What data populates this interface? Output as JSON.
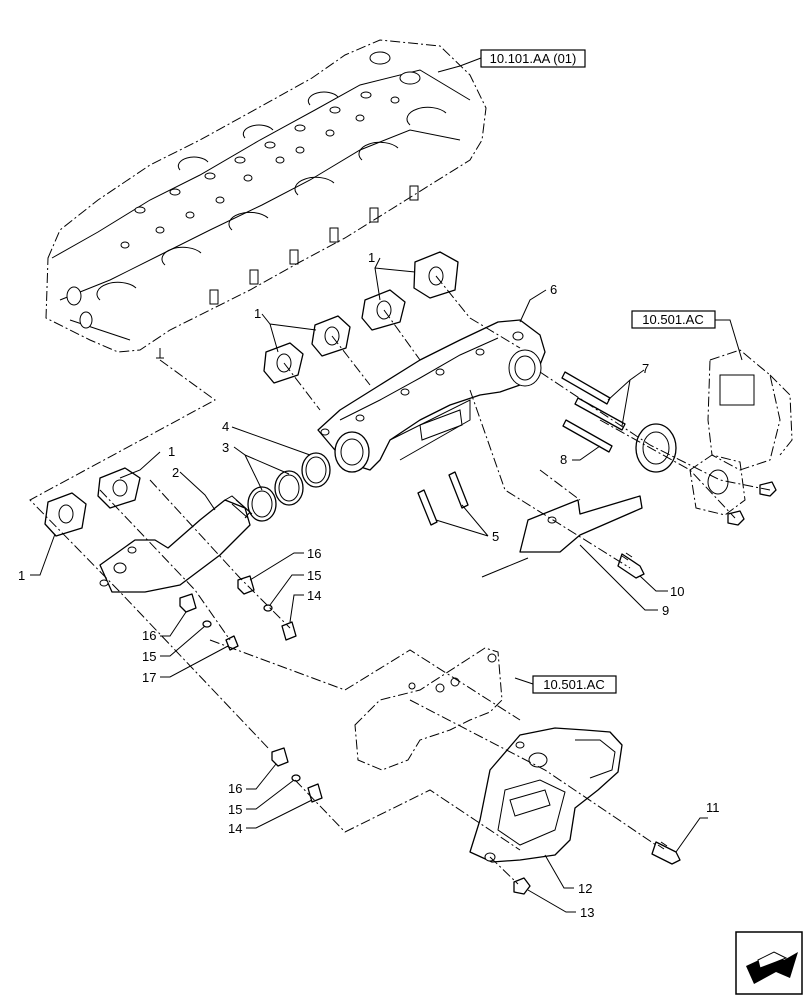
{
  "references": {
    "cylinder_head": "10.101.AA (01)",
    "turbo_upper": "10.501.AC",
    "turbo_lower": "10.501.AC"
  },
  "callouts": {
    "c1a": "1",
    "c1b": "1",
    "c1c": "1",
    "c1d": "1",
    "c2": "2",
    "c3": "3",
    "c4": "4",
    "c5": "5",
    "c6": "6",
    "c7": "7",
    "c8": "8",
    "c9": "9",
    "c10": "10",
    "c11": "11",
    "c12": "12",
    "c13": "13",
    "c14a": "14",
    "c14b": "14",
    "c15a": "15",
    "c15b": "15",
    "c15c": "15",
    "c16a": "16",
    "c16b": "16",
    "c16c": "16",
    "c17": "17"
  },
  "nav_icon": "next-page-arrow-icon"
}
